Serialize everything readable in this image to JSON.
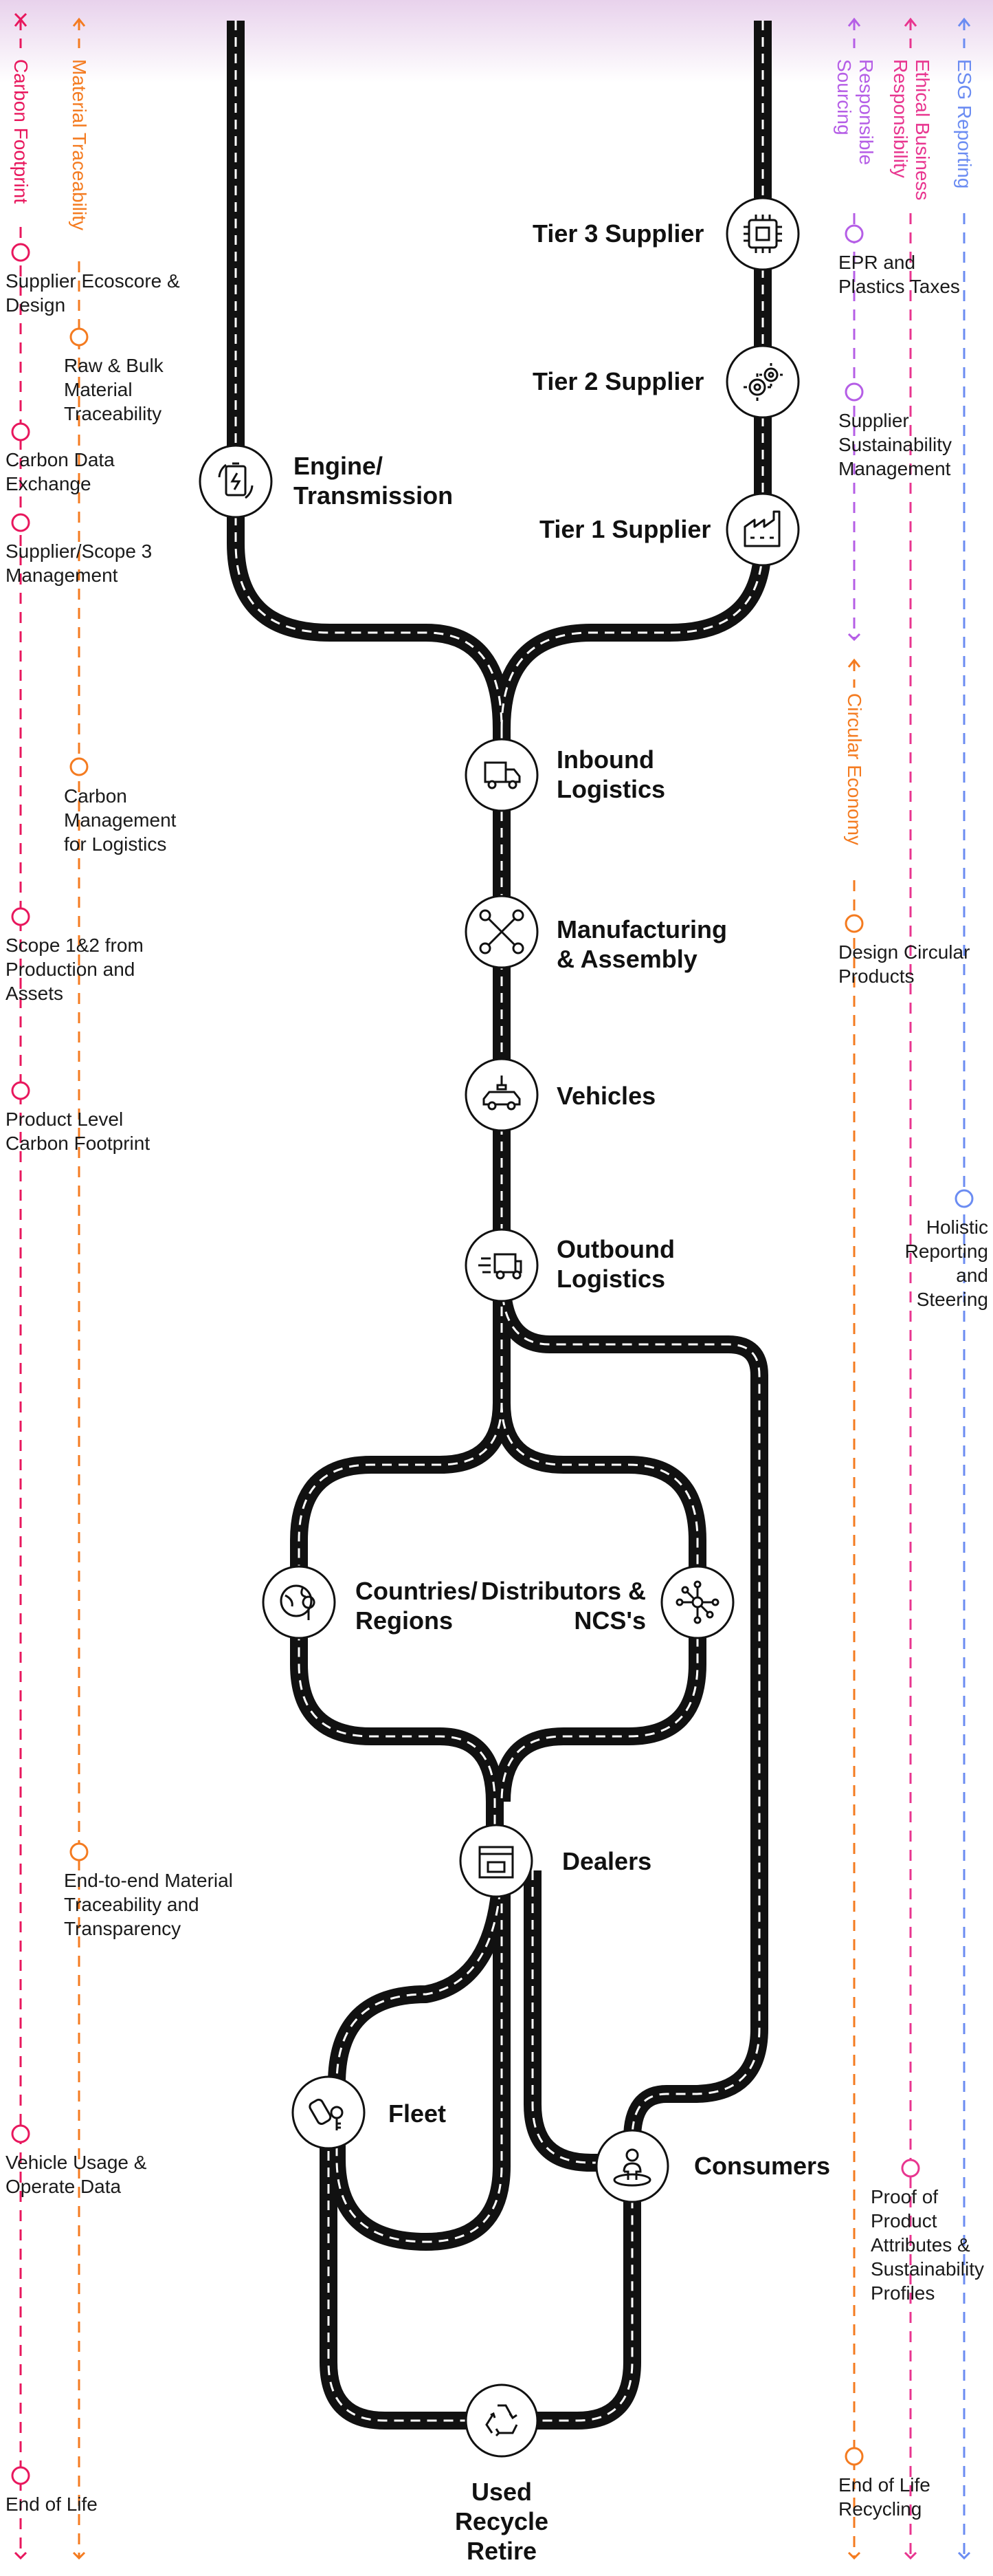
{
  "colors": {
    "carbon": "#e8175d",
    "material": "#f47b20",
    "responsible": "#b55ee6",
    "ethical": "#e8358f",
    "esg": "#6b8cf2",
    "circular": "#f47b20",
    "road": "#111111"
  },
  "tracks": {
    "carbon_footprint": "Carbon Footprint",
    "material_traceability": "Material Traceability",
    "responsible_sourcing": "Responsible Sourcing",
    "ethical_business": "Ethical Business Responsibility",
    "esg_reporting": "ESG Reporting",
    "circular_economy": "Circular Economy"
  },
  "nodes": {
    "tier3": "Tier 3 Supplier",
    "tier2": "Tier 2 Supplier",
    "tier1": "Tier 1 Supplier",
    "engine": "Engine/ Transmission",
    "inbound": "Inbound Logistics",
    "manufacturing": "Manufacturing & Assembly",
    "vehicles": "Vehicles",
    "outbound": "Outbound Logistics",
    "countries": "Countries/ Regions",
    "distributors": "Distributors & NCS's",
    "dealers": "Dealers",
    "fleet": "Fleet",
    "consumers": "Consumers",
    "used": "Used Recycle Retire"
  },
  "left_items": {
    "supplier_ecoscore": "Supplier Ecoscore & Design",
    "raw_bulk": "Raw & Bulk Material Traceability",
    "carbon_data": "Carbon Data Exchange",
    "scope3": "Supplier/Scope 3 Management",
    "carbon_logistics": "Carbon Management for Logistics",
    "scope12": "Scope 1&2 from Production and Assets",
    "product_cf": "Product Level Carbon Footprint",
    "e2e_material": "End-to-end Material Traceability and Transparency",
    "vehicle_usage": "Vehicle Usage & Operate Data",
    "end_of_life": "End of Life"
  },
  "right_items": {
    "epr": "EPR and Plastics Taxes",
    "supplier_sust": "Supplier Sustainability Management",
    "design_circular": "Design Circular Products",
    "holistic": "Holistic Reporting and Steering",
    "proof": "Proof of Product Attributes & Sustainability Profiles",
    "eol_recycling": "End of Life Recycling"
  }
}
